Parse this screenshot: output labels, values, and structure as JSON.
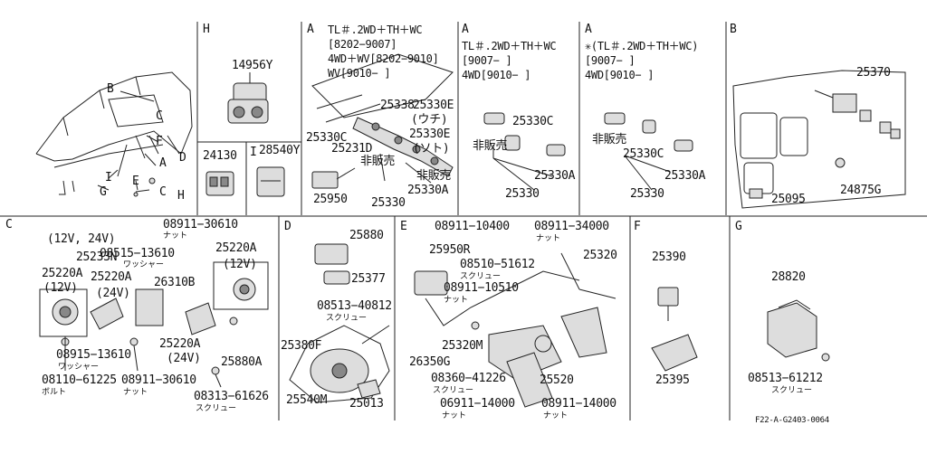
{
  "sections": {
    "H": "H",
    "A1": "A",
    "A2": "A",
    "A3": "A",
    "B": "B",
    "I": "I",
    "C": "C",
    "D": "D",
    "E": "E",
    "F": "F",
    "G": "G"
  },
  "overview": {
    "callouts": [
      "B",
      "C",
      "F",
      "A",
      "D",
      "I",
      "G",
      "E",
      "C",
      "H"
    ]
  },
  "notes": {
    "a1_line1": "TL＃.2WD＋TH＋WC",
    "a1_line2": "[8202−9007]",
    "a1_line3": "4WD＋WV[8202−9010]",
    "a1_line4": "WV[9010−    ]",
    "a2_line1": "TL＃.2WD＋TH＋WC",
    "a2_line2": "[9007−     ]",
    "a2_line3": "4WD[9010−     ]",
    "a3_line1": "✳(TL＃.2WD＋TH＋WC)",
    "a3_line2": "[9007−     ]",
    "a3_line3": "4WD[9010−     ]",
    "c_voltage": "(12V, 24V)",
    "c_12v_a": "(12V)",
    "c_12v_b": "(12V)",
    "c_24v_a": "(24V)",
    "c_24v_b": "(24V)"
  },
  "parts": {
    "p14956Y": "14956Y",
    "p24130": "24130",
    "p28540Y": "28540Y",
    "p25338": "25338",
    "p25330E_a": "25330E",
    "p_uchi": "(ウチ)",
    "p25330C_a": "25330C",
    "p25231D": "25231D",
    "p25330E_b": "25330E",
    "p_soto": "(ソト)",
    "p_hihanbai_a": "非販売",
    "p_hihanbai_b": "非販売",
    "p25330_a": "25330",
    "p25330A_a": "25330A",
    "p25950": "25950",
    "p25330C_b": "25330C",
    "p_hihanbai_c": "非販売",
    "p25330A_b": "25330A",
    "p25330_b": "25330",
    "p_hihanbai_d": "非販売",
    "p25330C_c": "25330C",
    "p25330A_c": "25330A",
    "p25330_c": "25330",
    "p25370": "25370",
    "p24875G": "24875G",
    "p25095": "25095",
    "p08911_30610_a": "08911−30610",
    "p_nut_a": "ナット",
    "p25233N": "25233N",
    "p08515_13610": "08515−13610",
    "p_washer_a": "ワッシャー",
    "p25220A_a": "25220A",
    "p25220A_b": "25220A",
    "p25220A_c": "25220A",
    "p26310B": "26310B",
    "p25220A_d": "25220A",
    "p25880A": "25880A",
    "p08915_13610": "08915−13610",
    "p_washer_b": "ワッシャー",
    "p08110_61225": "08110−61225",
    "p_bolt": "ボルト",
    "p08911_30610_b": "08911−30610",
    "p_nut_b": "ナット",
    "p08313_61626": "08313−61626",
    "p_screw_a": "スクリュー",
    "p25880": "25880",
    "p25377": "25377",
    "p08513_40812": "08513−40812",
    "p_screw_b": "スクリュー",
    "p25380F": "25380F",
    "p25540M": "25540M",
    "p25013": "25013",
    "p08911_10400": "08911−10400",
    "p25950R": "25950R",
    "p08911_34000": "08911−34000",
    "p_nut_c": "ナット",
    "p25320": "25320",
    "p08510_51612": "08510−51612",
    "p_screw_c": "スクリュー",
    "p08911_10510": "08911−10510",
    "p_nut_d": "ナット",
    "p25320M": "25320M",
    "p26350G": "26350G",
    "p08360_41226": "08360−41226",
    "p_screw_d": "スクリュー",
    "p25520": "25520",
    "p06911_14000": "06911−14000",
    "p_nut_e": "ナット",
    "p08911_14000": "08911−14000",
    "p_nut_f": "ナット",
    "p25390": "25390",
    "p25395": "25395",
    "p28820": "28820",
    "p08513_61212": "08513−61212",
    "p_screw_e": "スクリュー"
  },
  "footer": {
    "figure_code": "F22-A-G2403-0064"
  }
}
